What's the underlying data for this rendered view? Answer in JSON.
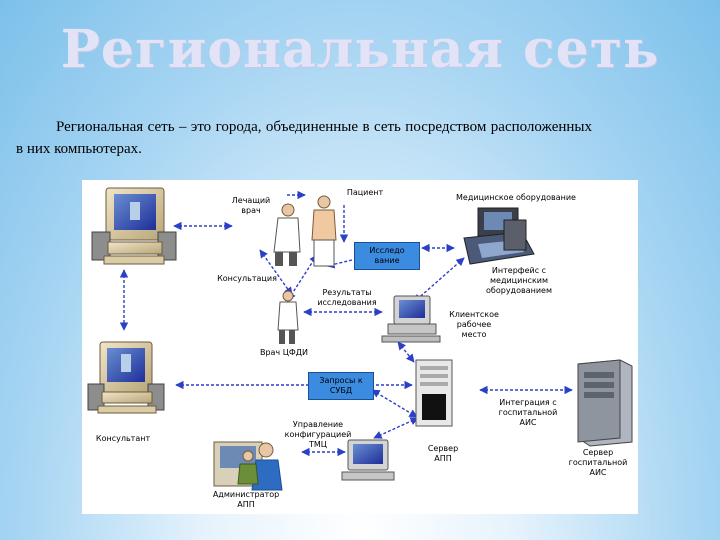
{
  "slide": {
    "title": "Региональная сеть",
    "intro": "Региональная сеть – это города, объединенные в сеть посредством расположенных в них компьютерах."
  },
  "diagram": {
    "labels": {
      "treating_doctor": "Лечащий\nврач",
      "patient": "Пациент",
      "medical_equipment": "Медицинское оборудование",
      "research_box": "Исследо\nвание",
      "consultation": "Консультация",
      "equipment_interface": "Интерфейс с\nмедицинским\nоборудованием",
      "research_results": "Результаты\nисследования",
      "client_workstation": "Клиентское\nрабочее\nместо",
      "doctor_cfdi": "Врач ЦФДИ",
      "dbms_queries_box": "Запросы к\nСУБД",
      "consultant": "Консультант",
      "integration": "Интеграция с\nгоспитальной\nАИС",
      "config_management": "Управление\nконфигурацией\nТМЦ",
      "server_app": "Сервер\nАПП",
      "hospital_server": "Сервер\nгоспитальной\nАИС",
      "admin_app": "Администратор\nАПП"
    }
  },
  "colors": {
    "arrow": "#2b3fc9",
    "box_fill": "#3b8be0",
    "screen": "#2d37c8"
  }
}
